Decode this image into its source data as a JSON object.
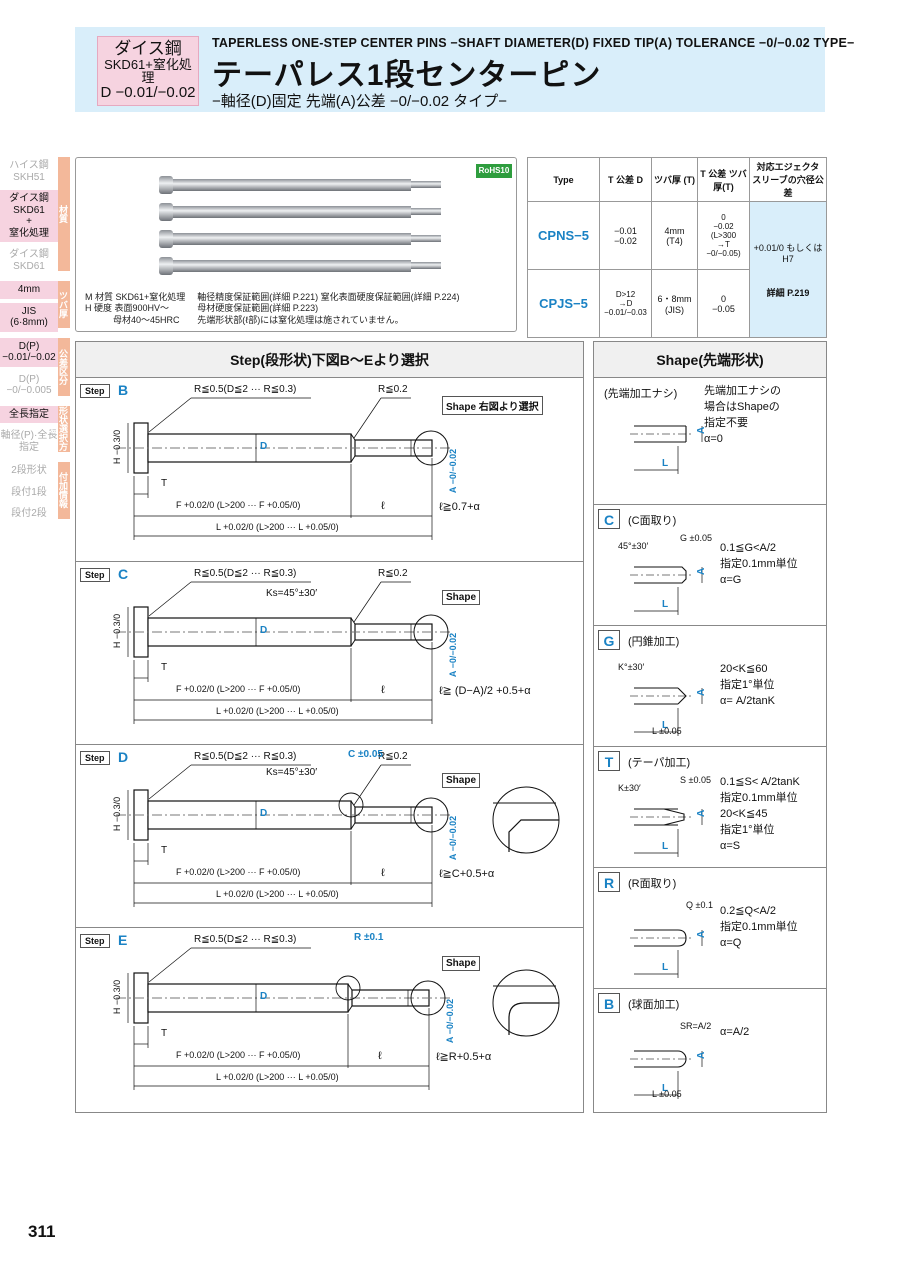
{
  "header": {
    "material_line1": "ダイス鋼",
    "material_line2": "SKD61+窒化処理",
    "material_line3": "D −0.01/−0.02",
    "title_en": "TAPERLESS ONE-STEP CENTER PINS −SHAFT DIAMETER(D) FIXED TIP(A) TOLERANCE −0/−0.02 TYPE−",
    "title_ja": "テーパレス1段センターピン",
    "subtitle": "−軸径(D)固定 先端(A)公差 −0/−0.02 タイプ−"
  },
  "sidebar": {
    "groups": [
      {
        "category": "材質",
        "items": [
          {
            "label": "ハイス鋼\nSKH51",
            "active": false
          },
          {
            "label": "ダイス鋼\nSKD61\n+\n窒化処理",
            "active": true
          },
          {
            "label": "ダイス鋼\nSKD61",
            "active": false
          }
        ]
      },
      {
        "category": "ツバ厚",
        "items": [
          {
            "label": "4mm",
            "active": true
          },
          {
            "label": "JIS\n(6·8mm)",
            "active": true
          }
        ]
      },
      {
        "category": "公差区分",
        "items": [
          {
            "label": "D(P) −0.01/−0.02",
            "active": true
          },
          {
            "label": "D(P) −0/−0.005",
            "active": false
          }
        ]
      },
      {
        "category": "形状選択方式",
        "items": [
          {
            "label": "全長指定",
            "active": true
          },
          {
            "label": "軸径(P)·全長\n指定",
            "active": false
          }
        ]
      },
      {
        "category": "付加情報",
        "items": [
          {
            "label": "2段形状",
            "active": false
          },
          {
            "label": "段付1段",
            "active": false
          },
          {
            "label": "段付2段",
            "active": false
          }
        ]
      }
    ]
  },
  "product": {
    "rohs": "RoHS10",
    "note_material": "M 材質 SKD61+窒化処理",
    "note_hardness": "H 硬度 表面900HV〜",
    "note_hardness2": "母材40〜45HRC",
    "note_range1": "軸径精度保証範囲(詳細 P.221) 窒化表面硬度保証範囲(詳細 P.224)",
    "note_range2": "母材硬度保証範囲(詳細 P.223)",
    "note_range3": "先端形状部(ℓ部)には窒化処理は施されていません。"
  },
  "spec_table": {
    "headers": [
      "Type",
      "T 公差 D",
      "ツバ厚 (T)",
      "T 公差 ツバ厚(T)",
      "対応エジェクタ スリーブの穴径公差"
    ],
    "rows": [
      {
        "type": "CPNS−5",
        "tol_d": "−0.01\n−0.02",
        "thickness": "4mm\n(T4)",
        "tol_t": "0\n−0.02\n(L>300\n→T −0/−0.05)"
      },
      {
        "type": "CPJS−5",
        "tol_d": "D>12\n→D −0.01/−0.03",
        "thickness": "6・8mm\n(JIS)",
        "tol_t": "0\n−0.05"
      }
    ],
    "sleeve_tol": "+0.01/0 もしくはH7",
    "sleeve_ref": "詳細 P.219"
  },
  "step_panel": {
    "title": "Step(段形状)下図B〜Eより選択",
    "steps": [
      {
        "letter": "B",
        "label": "Step",
        "r1": "R≦0.5(D≦2 ··· R≦0.3)",
        "r2": "R≦0.2",
        "shape": "Shape 右図より選択",
        "formula": "ℓ≧0.7+α"
      },
      {
        "letter": "C",
        "label": "Step",
        "r1": "R≦0.5(D≦2 ··· R≦0.3)",
        "r2": "R≦0.2",
        "ks": "Ks=45°±30′",
        "shape": "Shape",
        "formula": "ℓ≧ (D−A)/2 +0.5+α"
      },
      {
        "letter": "D",
        "label": "Step",
        "r1": "R≦0.5(D≦2 ··· R≦0.3)",
        "r2": "R≦0.2",
        "ks": "Ks=45°±30′",
        "c": "C ±0.05",
        "shape": "Shape",
        "formula": "ℓ≧C+0.5+α"
      },
      {
        "letter": "E",
        "label": "Step",
        "r1": "R≦0.5(D≦2 ··· R≦0.3)",
        "r": "R ±0.1",
        "shape": "Shape",
        "formula": "ℓ≧R+0.5+α"
      }
    ],
    "dim_f": "F +0.02/0 (L>200 ··· F +0.05/0)",
    "dim_l": "L +0.02/0 (L>200 ··· L +0.05/0)",
    "dim_h": "H −0.3/0",
    "dim_t": "T",
    "dim_d": "D",
    "dim_a": "A −0/−0.02",
    "dim_ell": "ℓ"
  },
  "shape_panel": {
    "title": "Shape(先端形状)",
    "items": [
      {
        "letter": "",
        "name": "(先端加工ナシ)",
        "text": [
          "先端加工ナシの",
          "場合はShapeの",
          "指定不要",
          "α=0"
        ]
      },
      {
        "letter": "C",
        "name": "(C面取り)",
        "text": [
          "0.1≦G<A/2",
          "指定0.1mm単位",
          "α=G"
        ],
        "dims": [
          "45°±30′",
          "G ±0.05"
        ]
      },
      {
        "letter": "G",
        "name": "(円錐加工)",
        "text": [
          "20<K≦60",
          "指定1°単位",
          "α= A/2tanK"
        ],
        "dims": [
          "K°±30′",
          "L ±0.05"
        ]
      },
      {
        "letter": "T",
        "name": "(テーパ加工)",
        "text": [
          "0.1≦S< A/2tanK",
          "指定0.1mm単位",
          "20<K≦45",
          "指定1°単位",
          "α=S"
        ],
        "dims": [
          "K±30′",
          "S ±0.05"
        ]
      },
      {
        "letter": "R",
        "name": "(R面取り)",
        "text": [
          "0.2≦Q<A/2",
          "指定0.1mm単位",
          "α=Q"
        ],
        "dims": [
          "Q ±0.1"
        ]
      },
      {
        "letter": "B",
        "name": "(球面加工)",
        "text": [
          "α=A/2"
        ],
        "dims": [
          "SR=A/2",
          "L ±0.05"
        ]
      }
    ]
  },
  "page_number": "311"
}
